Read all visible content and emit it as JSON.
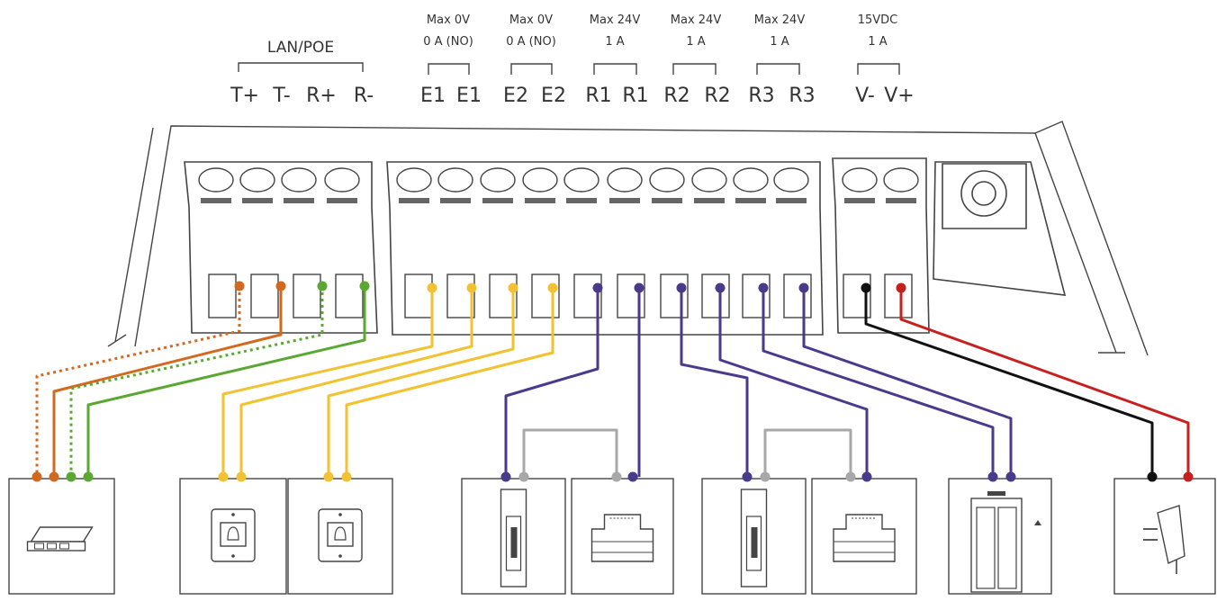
{
  "header": {
    "lan_group": {
      "title": "LAN/POE",
      "terminals": [
        "T+",
        "T-",
        "R+",
        "R-"
      ]
    },
    "groups": [
      {
        "line1": "Max 0V",
        "line2": "0 A (NO)",
        "terminals": [
          "E1",
          "E1"
        ]
      },
      {
        "line1": "Max 0V",
        "line2": "0 A (NO)",
        "terminals": [
          "E2",
          "E2"
        ]
      },
      {
        "line1": "Max 24V",
        "line2": "1 A",
        "terminals": [
          "R1",
          "R1"
        ]
      },
      {
        "line1": "Max 24V",
        "line2": "1 A",
        "terminals": [
          "R2",
          "R2"
        ]
      },
      {
        "line1": "Max 24V",
        "line2": "1 A",
        "terminals": [
          "R3",
          "R3"
        ]
      },
      {
        "line1": "15VDC",
        "line2": "1 A",
        "terminals": [
          "V-",
          "V+"
        ]
      }
    ]
  },
  "wire_colors": {
    "orange": "#d2691e",
    "green": "#5aa832",
    "yellow": "#f2c230",
    "purple": "#4b3a8c",
    "grey": "#a8a8a8",
    "black": "#111111",
    "red": "#c8201e"
  },
  "devices": [
    {
      "id": "poe-switch",
      "icon": "network-switch-icon"
    },
    {
      "id": "doorbell-button-1",
      "icon": "bell-button-icon"
    },
    {
      "id": "doorbell-button-2",
      "icon": "bell-button-icon"
    },
    {
      "id": "door-strike-1",
      "icon": "electric-strike-icon"
    },
    {
      "id": "power-supply-1",
      "icon": "din-rail-psu-icon"
    },
    {
      "id": "door-strike-2",
      "icon": "electric-strike-icon"
    },
    {
      "id": "power-supply-2",
      "icon": "din-rail-psu-icon"
    },
    {
      "id": "elevator-panel",
      "icon": "elevator-icon"
    },
    {
      "id": "power-adapter",
      "icon": "power-plug-icon"
    }
  ]
}
